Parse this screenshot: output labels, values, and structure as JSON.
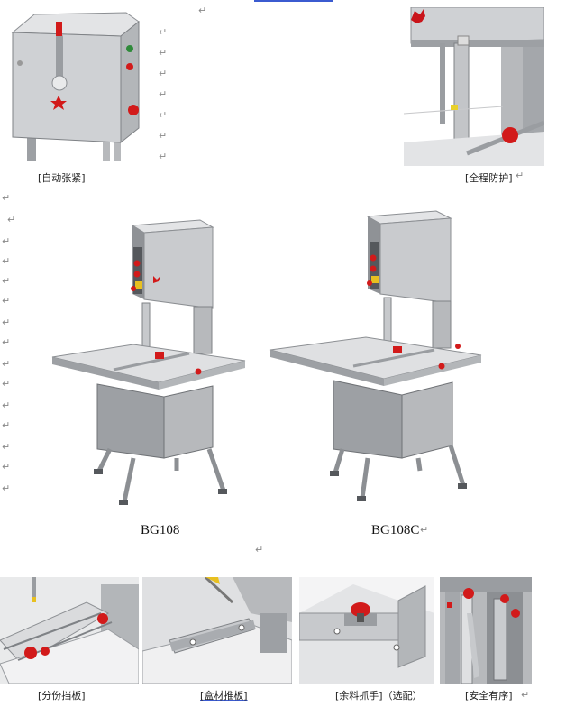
{
  "return_mark": "↵",
  "top_features": [
    {
      "caption": "[自动张紧]"
    },
    {
      "caption": "[全程防护]"
    }
  ],
  "machines": [
    {
      "model": "BG108"
    },
    {
      "model": "BG108C"
    }
  ],
  "bottom_features": [
    {
      "caption": "[分份挡板]"
    },
    {
      "caption": "[盒材推板]"
    },
    {
      "caption": "[余料抓手]（选配）"
    },
    {
      "caption": "[安全有序]"
    }
  ],
  "colors": {
    "steel": "#c9cbce",
    "steel_dark": "#8c8f93",
    "steel_light": "#e6e7e9",
    "knob_red": "#d21a1a",
    "link_blue": "#3b5bd0"
  },
  "icons": [
    "return-mark-icon"
  ]
}
